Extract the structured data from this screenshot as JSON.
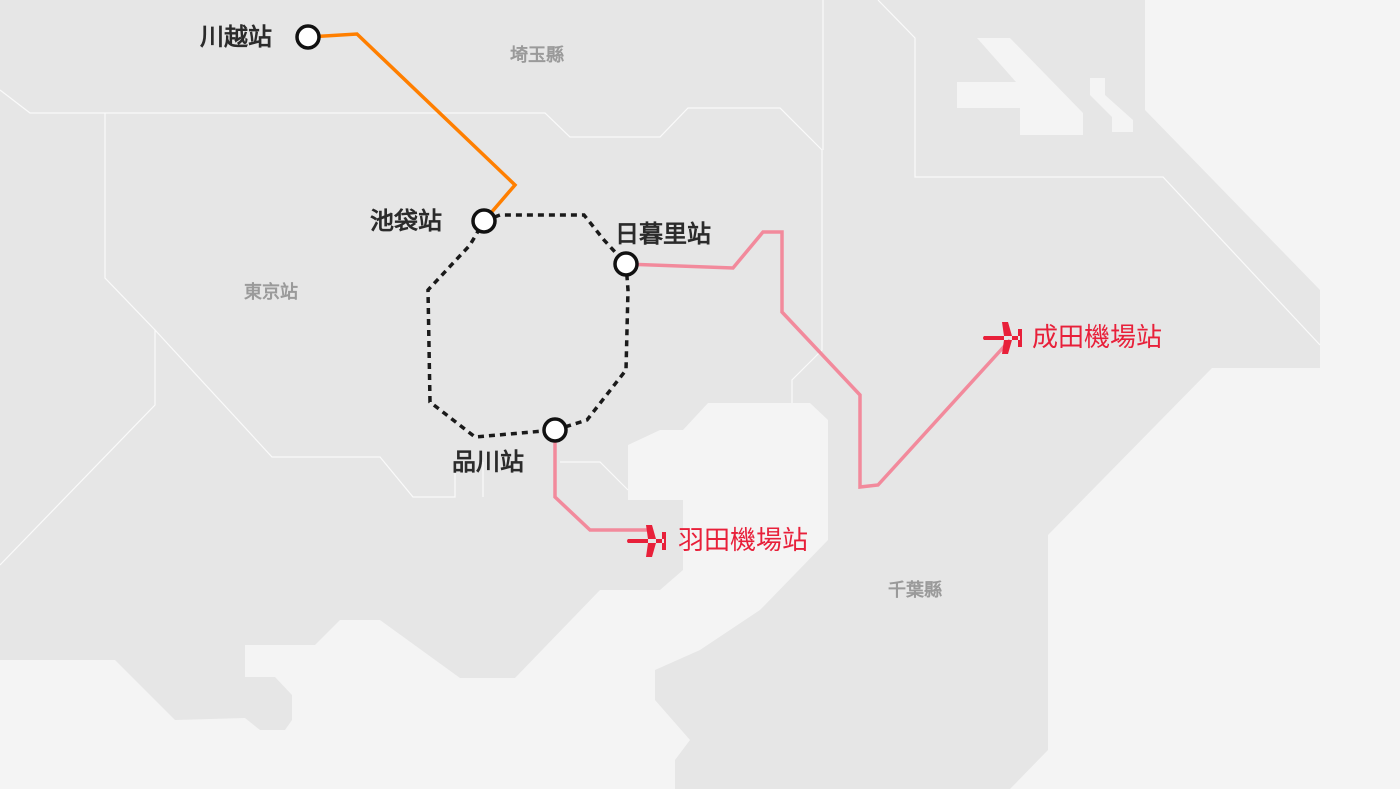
{
  "colors": {
    "land": "#e6e6e6",
    "water": "#f4f4f4",
    "border": "#fafafa",
    "kawagoe_line": "#ff7f00",
    "yamanote_line": "#1a1a1a",
    "airport_line": "#f28a9c",
    "airport": "#e8203a"
  },
  "stations": {
    "kawagoe": "川越站",
    "ikebukuro": "池袋站",
    "nippori": "日暮里站",
    "shinagawa": "品川站"
  },
  "regions": {
    "saitama": "埼玉縣",
    "tokyo": "東京站",
    "chiba": "千葉縣"
  },
  "airports": {
    "haneda": {
      "label": "羽田機場站",
      "icon": "airplane-icon"
    },
    "narita": {
      "label": "成田機場站",
      "icon": "airplane-icon"
    }
  }
}
